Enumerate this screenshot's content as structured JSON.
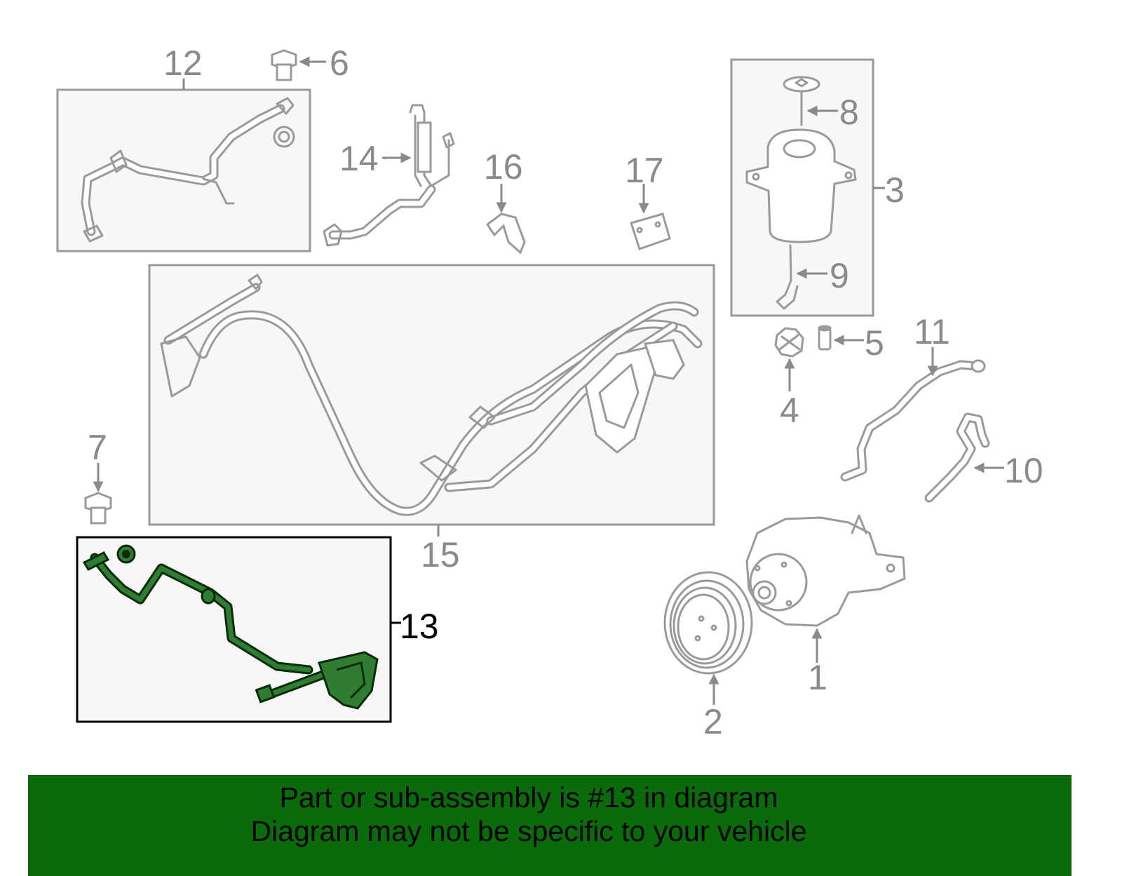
{
  "diagram": {
    "callouts": {
      "c1": "1",
      "c2": "2",
      "c3": "3",
      "c4": "4",
      "c5": "5",
      "c6": "6",
      "c7": "7",
      "c8": "8",
      "c9": "9",
      "c10": "10",
      "c11": "11",
      "c12": "12",
      "c13": "13",
      "c14": "14",
      "c15": "15",
      "c16": "16",
      "c17": "17"
    },
    "highlighted_part": "13",
    "highlight_color": "#2e7d32",
    "part_color": "#9a9a9a"
  },
  "banner": {
    "line1": "Part or sub-assembly is #13 in diagram",
    "line2": "Diagram may not be specific to your vehicle",
    "background": "#0a6b0a"
  }
}
